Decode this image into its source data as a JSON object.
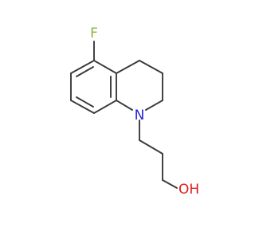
{
  "molecule": {
    "atoms": {
      "fluorine": {
        "label": "F",
        "color": "#8db33a"
      },
      "nitrogen": {
        "label": "N",
        "color": "#2323d8"
      },
      "hydroxyl": {
        "label": "OH",
        "color": "#e01a1a"
      }
    },
    "bond_color": "#3a3a3a"
  }
}
